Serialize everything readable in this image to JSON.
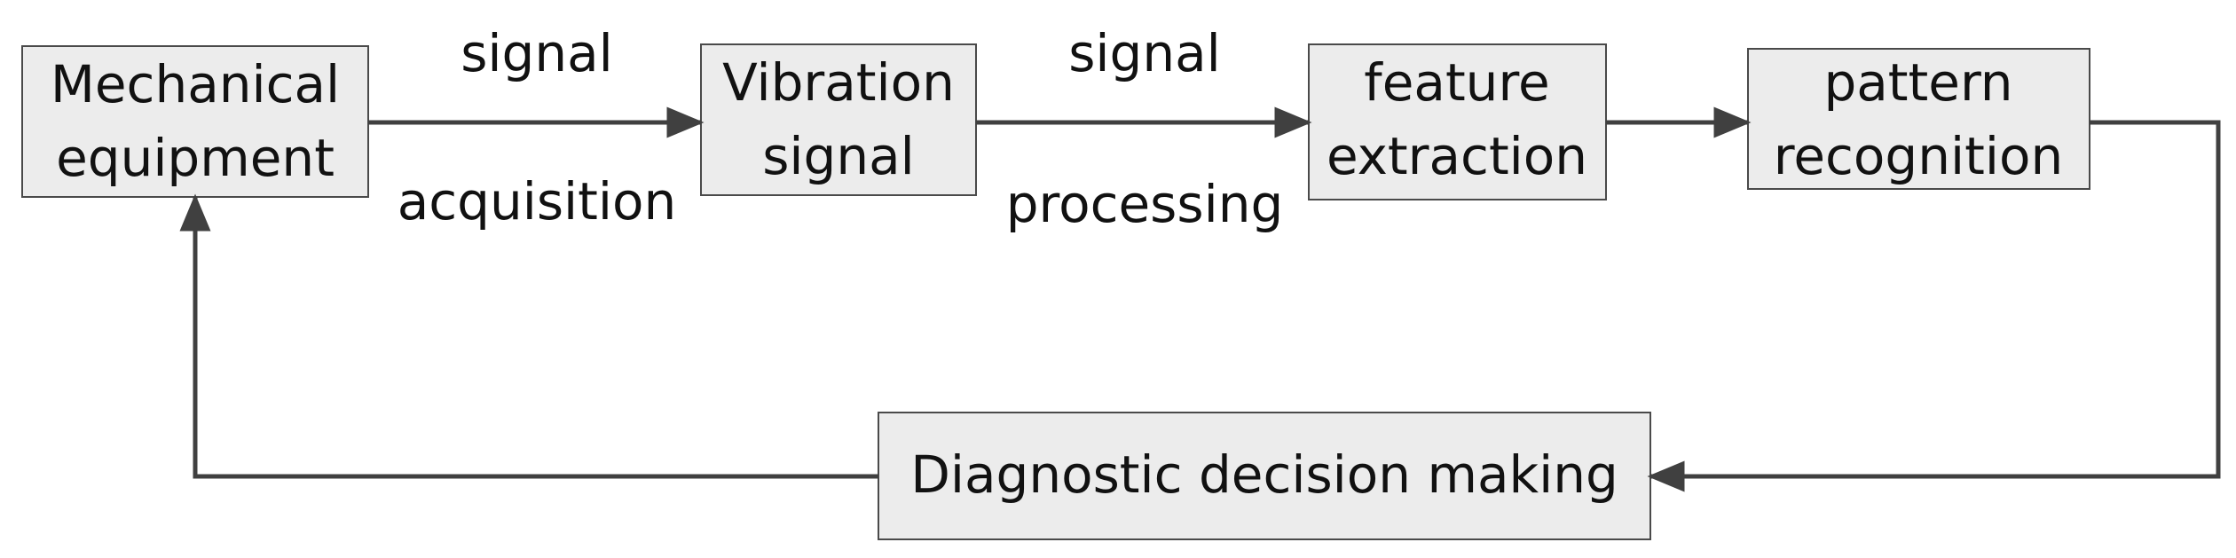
{
  "nodes": {
    "mechanical": {
      "line1": "Mechanical",
      "line2": "equipment"
    },
    "vibration": {
      "line1": "Vibration",
      "line2": "signal"
    },
    "feature": {
      "line1": "feature",
      "line2": "extraction"
    },
    "pattern": {
      "line1": "pattern",
      "line2": "recognition"
    },
    "diagnostic": {
      "label": "Diagnostic decision making"
    }
  },
  "edges": {
    "acquisition": {
      "top": "signal",
      "bottom": "acquisition"
    },
    "processing": {
      "top": "signal",
      "bottom": "processing"
    }
  },
  "colors": {
    "box_fill": "#ececec",
    "box_stroke": "#4a4a4a",
    "arrow": "#404040"
  }
}
